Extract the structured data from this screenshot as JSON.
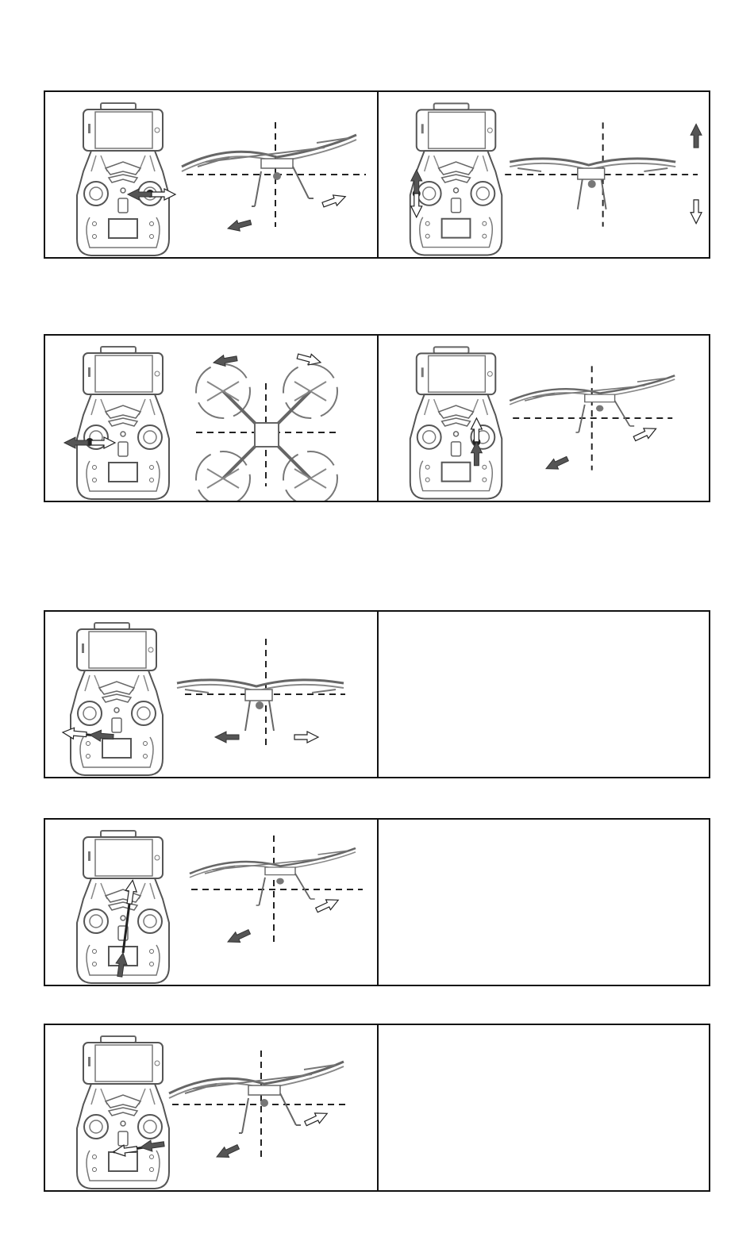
{
  "page": {
    "description_text": "",
    "rows": [
      {
        "id": "row1",
        "cells": [
          {
            "kind": "diagram",
            "control": "right-stick-horizontal",
            "drone_view": "side-tilted"
          },
          {
            "kind": "diagram",
            "control": "left-stick-vertical",
            "drone_view": "front-level"
          }
        ]
      },
      {
        "id": "row2",
        "cells": [
          {
            "kind": "diagram",
            "control": "left-stick-horizontal",
            "drone_view": "top-down"
          },
          {
            "kind": "diagram",
            "control": "right-stick-vertical",
            "drone_view": "front-tilted"
          }
        ]
      },
      {
        "id": "row3",
        "cells": [
          {
            "kind": "diagram",
            "control": "trim-horizontal",
            "drone_view": "front-level"
          },
          {
            "kind": "empty"
          }
        ]
      },
      {
        "id": "row4",
        "cells": [
          {
            "kind": "diagram",
            "control": "trim-vertical",
            "drone_view": "front-tilted"
          },
          {
            "kind": "empty"
          }
        ]
      },
      {
        "id": "row5",
        "cells": [
          {
            "kind": "diagram",
            "control": "trim-horizontal-lower",
            "drone_view": "side-tilted"
          },
          {
            "kind": "empty"
          }
        ]
      }
    ]
  },
  "colors": {
    "line": "#555555",
    "dark_arrow": "#555555",
    "outline": "#222222",
    "border": "#111111"
  }
}
